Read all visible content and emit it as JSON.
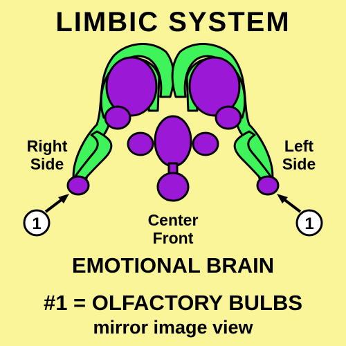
{
  "title": "LIMBIC SYSTEM",
  "labels": {
    "right_side_line1": "Right",
    "right_side_line2": "Side",
    "left_side_line1": "Left",
    "left_side_line2": "Side",
    "center_line1": "Center",
    "center_line2": "Front"
  },
  "markers": {
    "left_marker": "1",
    "right_marker": "1"
  },
  "subtitle": "EMOTIONAL BRAIN",
  "legend": "#1 = OLFACTORY BULBS",
  "caption": "mirror image view",
  "colors": {
    "background": "#fbf59a",
    "green": "#3ef45a",
    "purple": "#9b19d6",
    "outline": "#000000"
  }
}
